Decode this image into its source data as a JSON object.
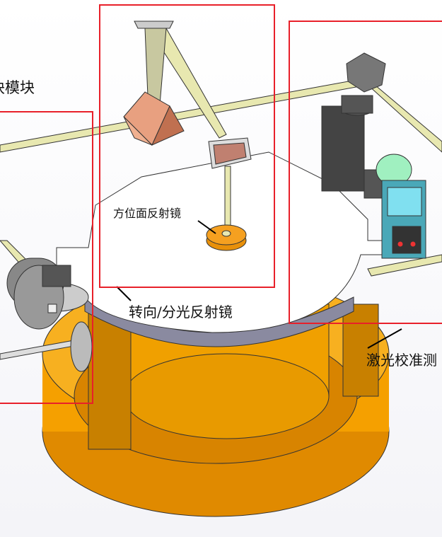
{
  "labels": {
    "module": "块模块",
    "azimuth_mirror": "方位面反射镜",
    "turning_splitter_mirror": "转向/分光反射镜",
    "laser_calibration": "激光校准测"
  },
  "colors": {
    "highlight_box": "#e8202a",
    "base_orange": "#f5a000",
    "platform": "#ffffff",
    "beam": "#e8e8b0",
    "prism": "#e8a080"
  }
}
